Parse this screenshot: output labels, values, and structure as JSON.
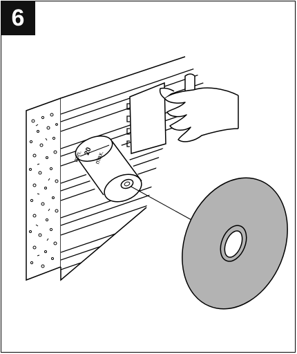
{
  "step": {
    "number": "6"
  },
  "roller_labels": {
    "min": "min.",
    "max": "max.",
    "size": "20"
  },
  "colors": {
    "ink": "#000000",
    "disc_fill": "#b3b3b3",
    "badge_bg": "#111111",
    "badge_text": "#ffffff"
  },
  "icons": [
    "textured-wall",
    "wallpaper-strips",
    "wall-roller",
    "comb-tool",
    "hand",
    "disc"
  ]
}
